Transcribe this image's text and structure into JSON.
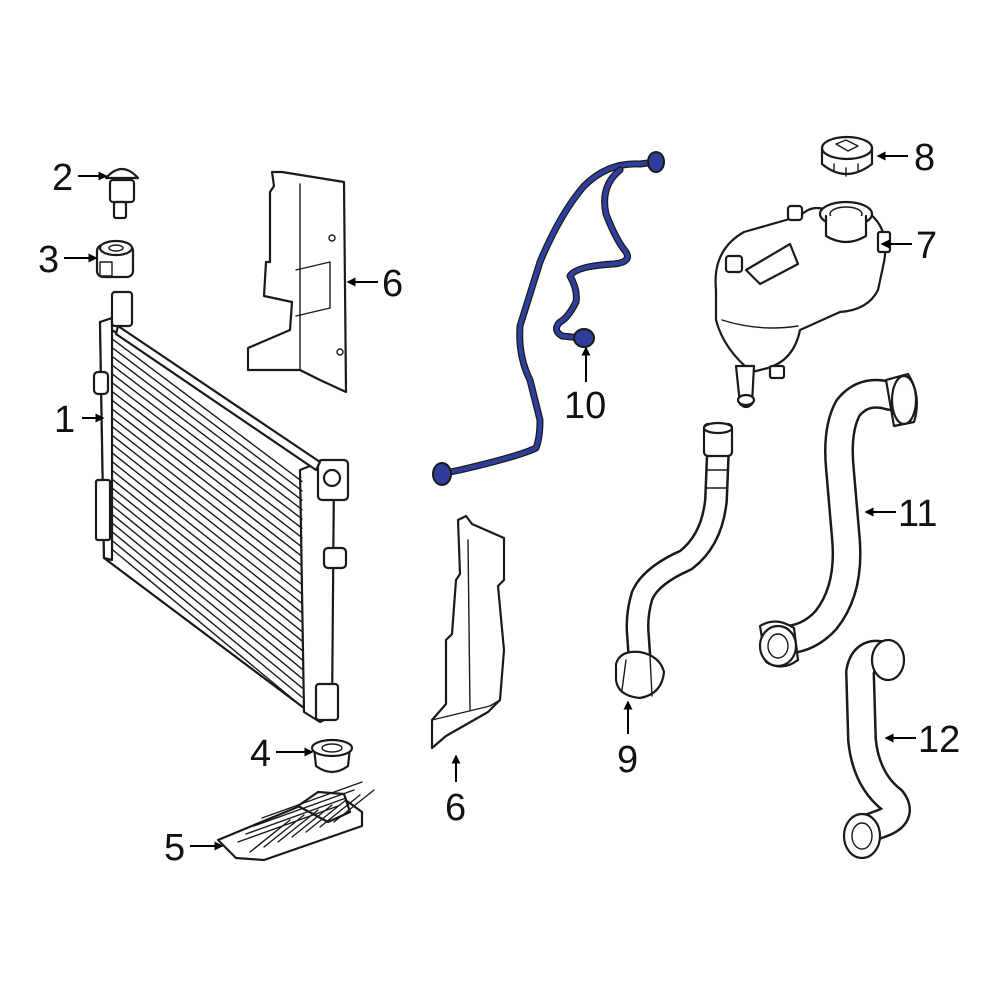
{
  "colors": {
    "line": "#1a1a1a",
    "highlight": "#2f3d9b",
    "background": "#ffffff"
  },
  "callouts": {
    "c1": "1",
    "c2": "2",
    "c3": "3",
    "c4": "4",
    "c5": "5",
    "c6a": "6",
    "c6b": "6",
    "c7": "7",
    "c8": "8",
    "c9": "9",
    "c10": "10",
    "c11": "11",
    "c12": "12"
  }
}
